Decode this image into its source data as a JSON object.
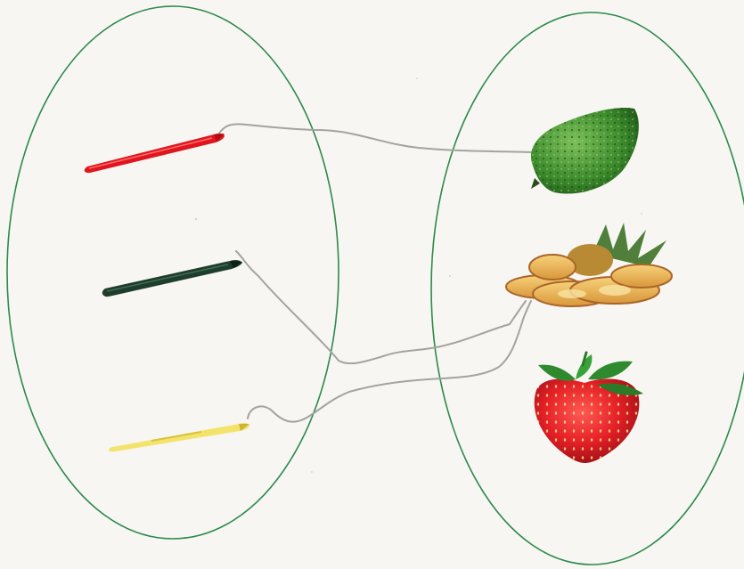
{
  "worksheet": {
    "left_group": {
      "items": [
        {
          "name": "red-crayon",
          "color": "#e0161e"
        },
        {
          "name": "dark-green-crayon",
          "color": "#1f3d2c"
        },
        {
          "name": "yellow-crayon",
          "color": "#f3e36b"
        }
      ]
    },
    "right_group": {
      "items": [
        {
          "name": "soursop",
          "color": "#3f8a2f"
        },
        {
          "name": "pineapple-slices",
          "color": "#e8b45a"
        },
        {
          "name": "strawberry",
          "color": "#e0242c"
        }
      ]
    },
    "ellipse_color": "#2c8a4c",
    "line_color": "#a3a3a3"
  }
}
